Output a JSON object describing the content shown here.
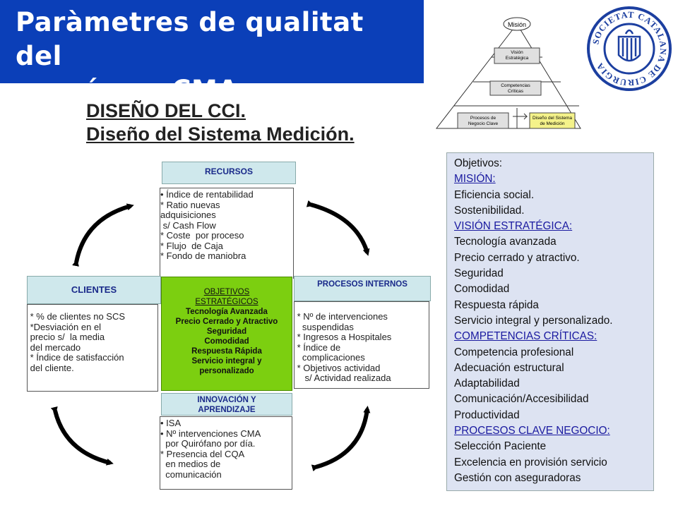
{
  "title": {
    "line1": "Paràmetres de qualitat del",
    "line2": "procés en CMA"
  },
  "subtitle": {
    "line1": "DISEÑO DEL CCI.",
    "line2": "Diseño del Sistema Medición."
  },
  "pyramid": {
    "apex": "Misión",
    "level1": [
      "Visión",
      "Estratégica"
    ],
    "level2": [
      "Competencias",
      "Críticas"
    ],
    "level3_left": [
      "Procesos  de",
      "Negocio  Clave"
    ],
    "level3_right": [
      "Diseño del Sistema",
      "de Medición"
    ]
  },
  "logo": {
    "text": "SOCIETAT CATALANA DE CIRURGIA"
  },
  "recursos": {
    "header": "RECURSOS",
    "items": "• Índice de rentabilidad\n* Ratio nuevas\nadquisiciones\n s/ Cash Flow\n* Coste  por proceso\n* Flujo  de Caja\n* Fondo de maniobra"
  },
  "clientes": {
    "header": "CLIENTES",
    "items": " * % de clientes no SCS\n *Desviación en el\n precio s/  la media\n del mercado\n * Índice de satisfacción\n del cliente."
  },
  "procesos": {
    "header": "PROCESOS INTERNOS",
    "items": " * Nº de intervenciones\n   suspendidas\n * Ingresos a Hospitales\n * Índice de\n   complicaciones\n * Objetivos actividad\n    s/ Actividad realizada"
  },
  "innovacion": {
    "header_line1": "INNOVACIÓN Y",
    "header_line2": "APRENDIZAJE",
    "items": "• ISA\n• Nº intervenciones CMA\n  por Quirófano por día.\n* Presencia del CQA\n  en medios de\n  comunicación"
  },
  "objetivos_estrategicos": {
    "heading1": "OBJETIVOS",
    "heading2": "ESTRATÉGICOS",
    "items": [
      "Tecnología Avanzada",
      "Precio Cerrado y Atractivo",
      "Seguridad",
      "Comodidad",
      "Respuesta Rápida",
      "Servicio integral y",
      "personalizado"
    ]
  },
  "right_panel": {
    "lines": [
      {
        "text": "Objetivos:",
        "link": false
      },
      {
        "text": "MISIÓN:",
        "link": true
      },
      {
        "text": "Eficiencia social.",
        "link": false
      },
      {
        "text": "Sostenibilidad.",
        "link": false
      },
      {
        "text": "VISIÓN ESTRATÉGICA:",
        "link": true
      },
      {
        "text": "Tecnología avanzada",
        "link": false
      },
      {
        "text": "Precio cerrado y atractivo.",
        "link": false
      },
      {
        "text": "Seguridad",
        "link": false
      },
      {
        "text": "Comodidad",
        "link": false
      },
      {
        "text": "Respuesta rápida",
        "link": false
      },
      {
        "text": "Servicio integral y personalizado.",
        "link": false
      },
      {
        "text": "COMPETENCIAS CRÍTICAS:",
        "link": true
      },
      {
        "text": "Competencia profesional",
        "link": false
      },
      {
        "text": "Adecuación estructural",
        "link": false
      },
      {
        "text": "Adaptabilidad",
        "link": false
      },
      {
        "text": "Comunicación/Accesibilidad",
        "link": false
      },
      {
        "text": "Productividad",
        "link": false
      },
      {
        "text": "PROCESOS CLAVE NEGOCIO:",
        "link": true
      },
      {
        "text": "Selección Paciente",
        "link": false
      },
      {
        "text": "Excelencia en provisión servicio",
        "link": false
      },
      {
        "text": "Gestión con aseguradoras",
        "link": false
      }
    ]
  },
  "colors": {
    "title_bg": "#0b3fb8",
    "header_bg": "#cfe8ec",
    "green": "#7ccf10",
    "panel_bg": "#dde3f2",
    "logo_blue": "#1c3fa0"
  }
}
